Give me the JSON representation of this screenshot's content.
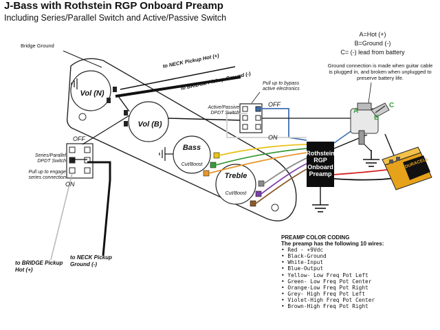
{
  "header": {
    "title": "J-Bass with Rothstein RGP Onboard Preamp",
    "subtitle": "Including Series/Parallel Switch and Active/Passive Switch"
  },
  "legend_abc": {
    "a": "A=Hot (+)",
    "b": "B=Ground (-)",
    "c": "C= (-) lead from battery"
  },
  "ground_note": "Ground connection is made when guitar cable is plugged in, and broken when unplugged to preserve battery life.",
  "jack_letters": {
    "a": "A",
    "b": "B",
    "c": "C"
  },
  "labels": {
    "bridge_ground": "Bridge Ground",
    "neck_hot": "to NECK Pickup Hot (+)",
    "bridge_ground_wire": "to BRIDGE Pickup Ground (-)",
    "pull_bypass": "Pull up to bypass active electronics",
    "active_passive": "Active/Passive DPDT Switch",
    "series_parallel": "Series/Parallel DPDT Switch",
    "pull_engage": "Pull up to engage series connection",
    "to_bridge_hot": "to BRIDGE Pickup Hot (+)",
    "to_neck_ground": "to NECK Pickup Ground (-)"
  },
  "switch_states": {
    "off": "OFF",
    "on": "ON"
  },
  "knobs": {
    "vol_n": "Vol (N)",
    "vol_b": "Vol (B)",
    "bass": "Bass",
    "bass_sub": "Cut/Boost",
    "treble": "Treble",
    "treble_sub": "Cut/Boost"
  },
  "preamp_box": [
    "Rothstein",
    "RGP",
    "Onboard",
    "Preamp"
  ],
  "battery_brand": "DURACELL",
  "coding": {
    "heading": "PREAMP COLOR CODING",
    "subheading": "The preamp has the following 10 wires:",
    "wires": [
      "• Red - +9Vdc",
      "• Black-Ground",
      "• White-Input",
      "• Blue-Output",
      "• Yellow- Low Freq Pot Left",
      "• Green- Low Freq Pot Center",
      "• Orange-Low Freq Pot Right",
      "• Grey- High Freq Pot Left",
      "• Violet-High Freq Pot Center",
      "• Brown-High Freq Pot Right"
    ]
  },
  "colors": {
    "white": "#f4f4f4",
    "blue": "#3f6fb0",
    "yellow": "#e8c41a",
    "green": "#3a9a3a",
    "orange": "#e8962a",
    "grey": "#8a8a8a",
    "violet": "#7a3fa8",
    "brown": "#8a5a2a",
    "red": "#d42020",
    "black": "#111111"
  }
}
